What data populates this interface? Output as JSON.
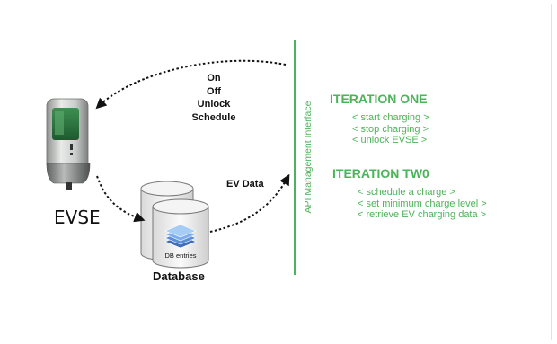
{
  "evse": {
    "title": "EVSE"
  },
  "database": {
    "title": "Database",
    "icon_label": "DB entries"
  },
  "commands": [
    "On",
    "Off",
    "Unlock",
    "Schedule"
  ],
  "ev_data_label": "EV Data",
  "api": {
    "label": "API Management Interface",
    "color": "#4db35a"
  },
  "iterations": [
    {
      "title": "ITERATION ONE",
      "items": [
        "< start charging >",
        "< stop charging >",
        "< unlock EVSE >"
      ]
    },
    {
      "title": "ITERATION TW0",
      "items": [
        "< schedule a charge >",
        "< set minimum charge level >",
        "< retrieve EV charging data >"
      ]
    }
  ]
}
